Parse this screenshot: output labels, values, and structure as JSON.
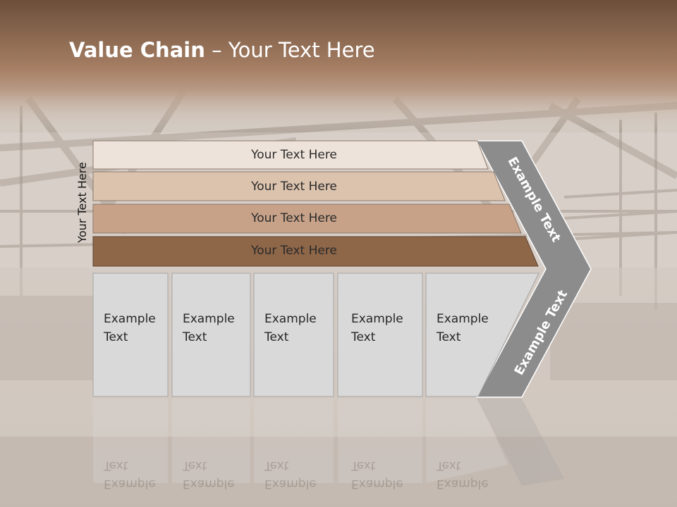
{
  "slide": {
    "title_bold": "Value Chain",
    "title_rest": " – Your Text Here",
    "side_label": "Your Text Here",
    "bands": [
      {
        "label": "Your Text Here",
        "color": "#eee3da"
      },
      {
        "label": "Your Text Here",
        "color": "#dcc3ae"
      },
      {
        "label": "Your Text Here",
        "color": "#c7a288"
      },
      {
        "label": "Your Text Here",
        "color": "#8e6648"
      }
    ],
    "boxes": [
      {
        "line1": "Example",
        "line2": "Text"
      },
      {
        "line1": "Example",
        "line2": "Text"
      },
      {
        "line1": "Example",
        "line2": "Text"
      },
      {
        "line1": "Example",
        "line2": "Text"
      },
      {
        "line1": "Example",
        "line2": "Text"
      }
    ],
    "arrow_upper_text": "Example Text",
    "arrow_lower_text": "Example Text",
    "colors": {
      "header_top": "#6c4f3a",
      "header_bottom": "#a57e63",
      "box_fill": "#d9d9d9",
      "arrow_fill": "#8c8c8c"
    }
  }
}
